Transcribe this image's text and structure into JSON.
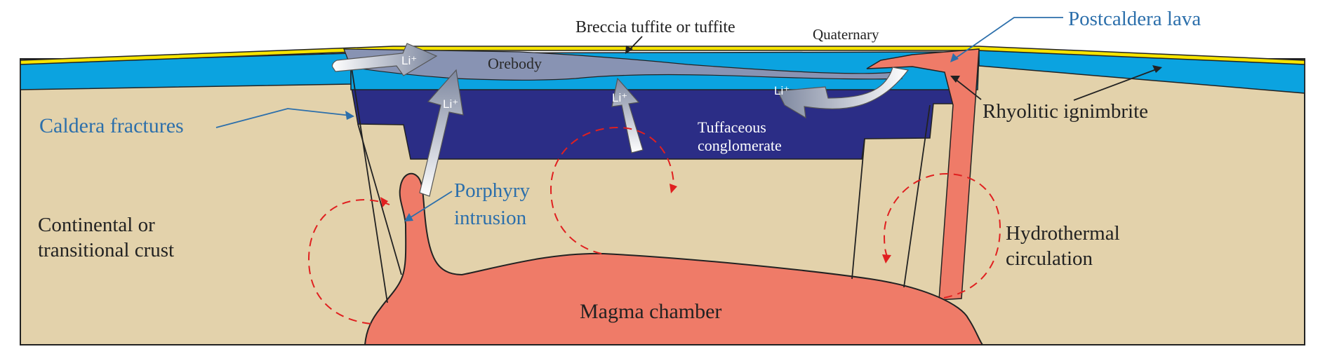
{
  "labels": {
    "breccia": "Breccia tuffite or tuffite",
    "quaternary": "Quaternary",
    "postcaldera_lava": "Postcaldera lava",
    "orebody": "Orebody",
    "caldera_fractures": "Caldera fractures",
    "rhyolitic_ignimbrite": "Rhyolitic ignimbrite",
    "tuffaceous_line1": "Tuffaceous",
    "tuffaceous_line2": "conglomerate",
    "porphyry_line1": "Porphyry",
    "porphyry_line2": "intrusion",
    "continental_line1": "Continental or",
    "continental_line2": "transitional crust",
    "hydrothermal_line1": "Hydrothermal",
    "hydrothermal_line2": "circulation",
    "magma_chamber": "Magma chamber",
    "li_ion": "Li⁺"
  },
  "colors": {
    "crust": "#e3d2ab",
    "magma": "#ef7b68",
    "ignimbrite": "#0ba3e0",
    "conglomerate": "#2b2d86",
    "orebody": "#8893b3",
    "quaternary": "#f6e400",
    "blue_label": "#2c6fab",
    "circulation": "#e02020"
  }
}
